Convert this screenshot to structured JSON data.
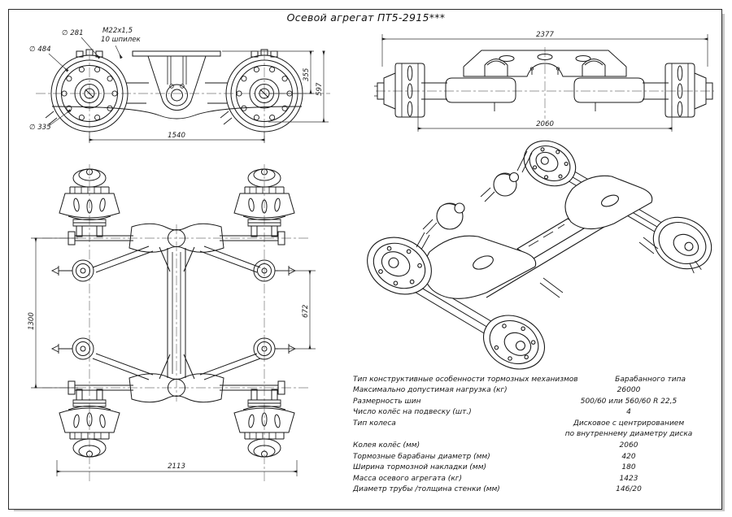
{
  "title": "Осевой агрегат ПТ5-2915***",
  "front_view": {
    "dia_281": "∅ 281",
    "thread": "M22x1,5",
    "studs": "10 шпилек",
    "dia_484": "∅ 484",
    "dia_335": "∅ 335",
    "width_1540": "1540",
    "h_355": "355",
    "h_597": "597"
  },
  "side_view": {
    "w_2377": "2377",
    "w_2060": "2060"
  },
  "top_view": {
    "h_1300": "1300",
    "h_672": "672",
    "w_2113": "2113"
  },
  "spec_table": {
    "rows": [
      {
        "label": "Тип конструктивные особенности тормозных механизмов",
        "value": "Барабанного типа"
      },
      {
        "label": "Максимально допустимая нагрузка  (кг)",
        "value": "26000"
      },
      {
        "label": "Размерность шин",
        "value": "500/60 или 560/60 R 22,5"
      },
      {
        "label": "Число колёс на подвеску (шт.)",
        "value": "4"
      },
      {
        "label": "Тип колеса",
        "value": "Дисковое с центрированием",
        "value2": "по внутреннему диаметру диска"
      },
      {
        "label": "Колея колёс (мм)",
        "value": "2060"
      },
      {
        "label": "Тормозные барабаны диаметр (мм)",
        "value": "420"
      },
      {
        "label": "Ширина тормозной накладки  (мм)",
        "value": "180"
      },
      {
        "label": "Масса осевого агрегата (кг)",
        "value": "1423"
      },
      {
        "label": "Диаметр трубы /толщина стенки (мм)",
        "value": "146/20"
      }
    ]
  }
}
